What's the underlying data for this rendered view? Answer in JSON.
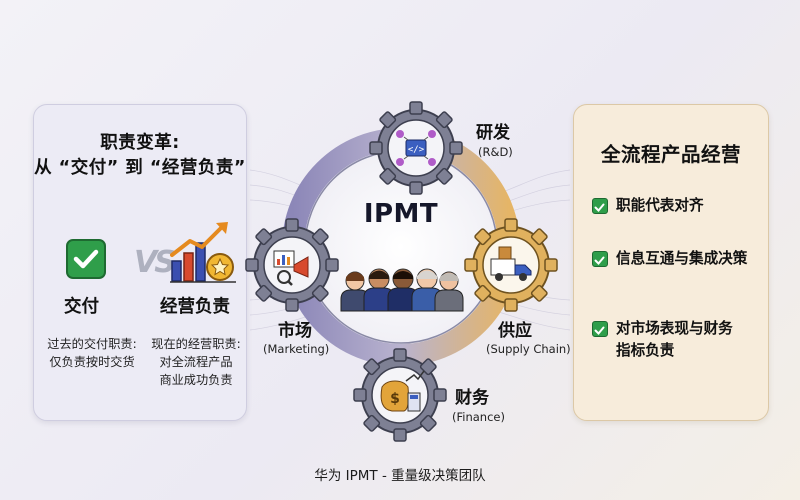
{
  "left_panel": {
    "title_line1": "职责变革:",
    "title_line2": "从 “交付” 到 “经营负责”",
    "vs": "VS",
    "label_left": "交付",
    "label_right": "经营负责",
    "desc_left_line1": "过去的交付职责:",
    "desc_left_line2": "仅负责按时交货",
    "desc_right_line1": "现在的经营职责:",
    "desc_right_line2": "对全流程产品",
    "desc_right_line3": "商业成功负责",
    "check_icon": "checkmark-icon",
    "growth_icon": "growth-chart-icon"
  },
  "center": {
    "title": "IPMT",
    "gears": {
      "rd": {
        "label": "研发",
        "sub": "(R&D)",
        "icon": "circuit-icon"
      },
      "marketing": {
        "label": "市场",
        "sub": "(Marketing)",
        "icon": "megaphone-icon"
      },
      "supply": {
        "label": "供应",
        "sub": "(Supply Chain)",
        "icon": "truck-icon"
      },
      "finance": {
        "label": "财务",
        "sub": "(Finance)",
        "icon": "money-bag-icon"
      }
    },
    "team_icon": "team-people-icon",
    "ring_colors": [
      "#8c87b8",
      "#e5b567"
    ]
  },
  "right_panel": {
    "title": "全流程产品经营",
    "items": [
      {
        "text_line1": "职能代表对齐",
        "text_line2": ""
      },
      {
        "text_line1": "信息互通与集成决策",
        "text_line2": ""
      },
      {
        "text_line1": "对市场表现与财务",
        "text_line2": "指标负责"
      }
    ]
  },
  "caption": "华为 IPMT - 重量级决策团队",
  "colors": {
    "accent_check": "#2f9e4a",
    "ring_purple": "#8c87b8",
    "ring_gold": "#e5b567"
  }
}
